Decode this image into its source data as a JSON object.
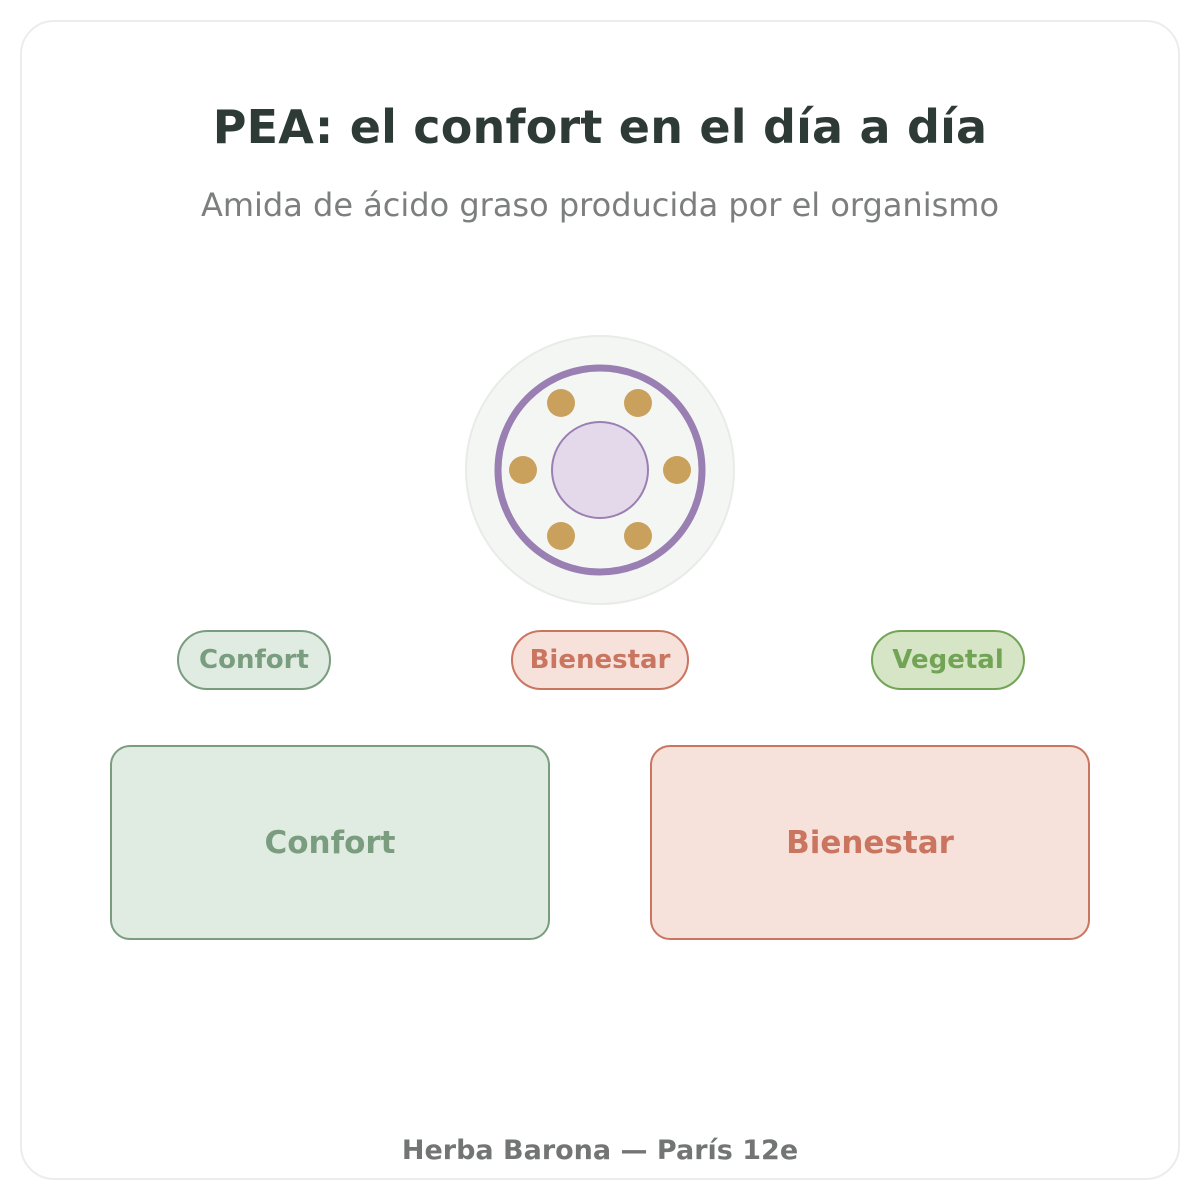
{
  "header": {
    "title": "PEA: el confort en el día a día",
    "subtitle": "Amida de ácido graso producida por el organismo"
  },
  "emblem": {
    "icon": "molecule-ring-icon",
    "colors": {
      "outer_fill": "#f4f6f3",
      "outer_stroke": "#e8ebe7",
      "ring": "#9a7fb3",
      "core_fill": "#e4d9ea",
      "dots": "#c9a15c"
    }
  },
  "tags": [
    {
      "label": "Confort"
    },
    {
      "label": "Bienestar"
    },
    {
      "label": "Vegetal"
    }
  ],
  "cards": [
    {
      "label": "Confort"
    },
    {
      "label": "Bienestar"
    }
  ],
  "footer": {
    "text": "Herba Barona — París 12e"
  },
  "colors": {
    "green": "#7a9c7f",
    "terracotta": "#c97560",
    "leaf": "#72a455",
    "title": "#2e3a35"
  }
}
